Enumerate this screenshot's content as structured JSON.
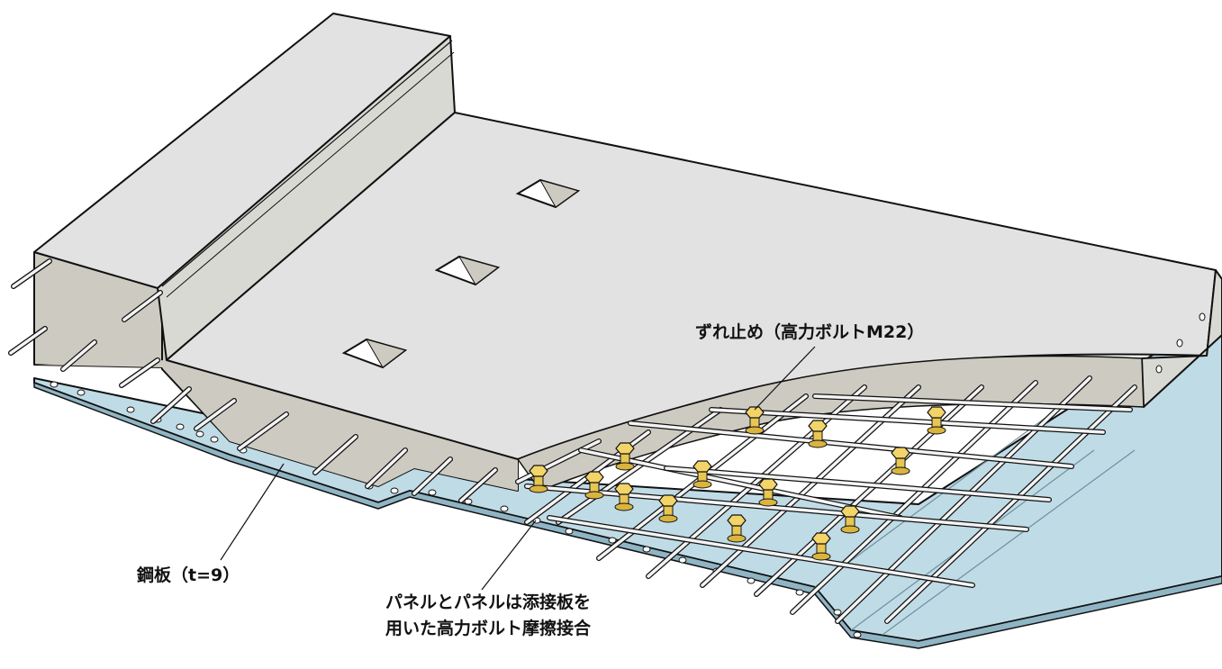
{
  "labels": {
    "shear_connector": "ずれ止め（高力ボルトM22）",
    "steel_plate": "鋼板（t=9）",
    "joint_line1": "パネルとパネルは添接板を",
    "joint_line2": "用いた高力ボルト摩擦接合"
  },
  "colors": {
    "steel_plate": "#bfdbe6",
    "concrete_top": "#e2e2e2",
    "concrete_side": "#cdcbc1",
    "bolt": "#e8c653",
    "rebar": "#f4f4f4"
  }
}
